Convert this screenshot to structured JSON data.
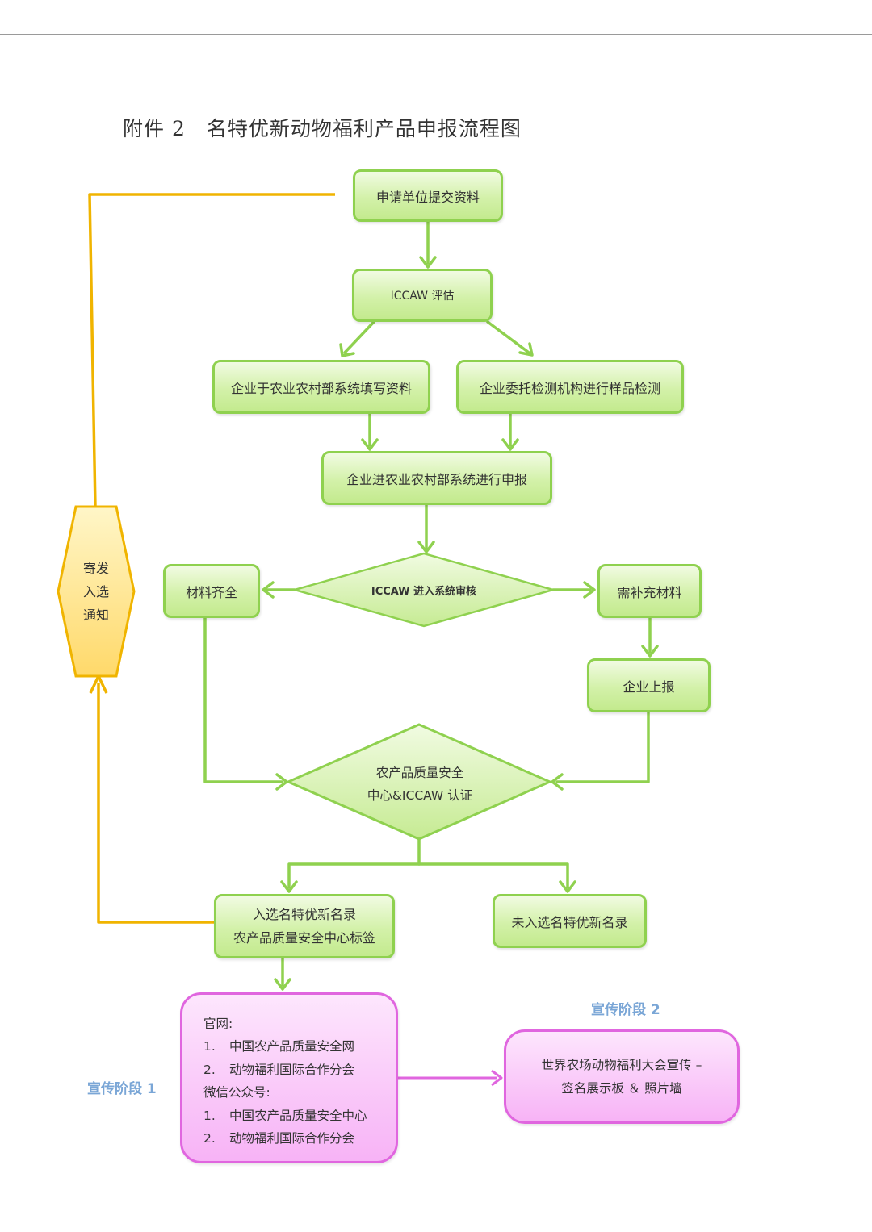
{
  "document": {
    "title": "附件 2　名特优新动物福利产品申报流程图"
  },
  "flowchart": {
    "submit": "申请单位提交资料",
    "assess": "ICCAW 评估",
    "fill_info": "企业于农业农村部系统填写资料",
    "sample_testing": "企业委托检测机构进行样品检测",
    "apply": "企业进农业农村部系统进行申报",
    "review": "ICCAW 进入系统审核",
    "complete": "材料齐全",
    "supplement": "需补充材料",
    "report": "企业上报",
    "certification": {
      "line1": "农产品质量安全",
      "line2": "中心&ICCAW 认证"
    },
    "selected": {
      "line1": "入选名特优新名录",
      "line2": "农产品质量安全中心标签"
    },
    "not_selected": "未入选名特优新名录",
    "notice": {
      "line1": "寄发",
      "line2": "入选",
      "line3": "通知"
    },
    "colors": {
      "green_border": "#8fd14f",
      "green_fill": "#d3f1a9",
      "orange_border": "#f0b400",
      "orange_fill": "#ffe38a",
      "pink_border": "#e066df",
      "pink_fill": "#f7b3f6",
      "stage_text": "#7aa6d6"
    }
  },
  "promotion": {
    "stage1_label": "宣传阶段 1",
    "stage2_label": "宣传阶段 2",
    "channels": {
      "website_heading": "官网:",
      "website_items": [
        {
          "num": "1.",
          "text": "中国农产品质量安全网"
        },
        {
          "num": "2.",
          "text": "动物福利国际合作分会"
        }
      ],
      "wechat_heading": "微信公众号:",
      "wechat_items": [
        {
          "num": "1.",
          "text": "中国农产品质量安全中心"
        },
        {
          "num": "2.",
          "text": "动物福利国际合作分会"
        }
      ]
    },
    "conference": {
      "line1": "世界农场动物福利大会宣传 –",
      "line2": "签名展示板 ＆ 照片墙"
    }
  }
}
